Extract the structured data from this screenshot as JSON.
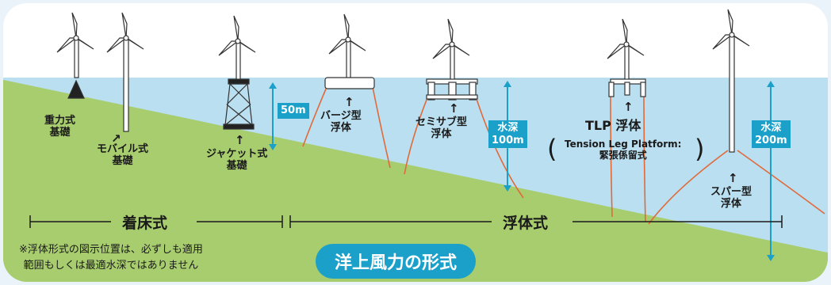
{
  "title": "洋上風力の形式",
  "note": [
    "※浮体形式の図示位置は、必ずしも適用",
    "範囲もしくは最適水深ではありません"
  ],
  "categories": {
    "fixed": "着床式",
    "floating": "浮体式"
  },
  "types": {
    "gravity": [
      "重力式",
      "基礎"
    ],
    "monopile": [
      "モバイル式",
      "基礎"
    ],
    "jacket": [
      "ジャケット式",
      "基礎"
    ],
    "barge": [
      "バージ型",
      "浮体"
    ],
    "semisub": [
      "セミサブ型",
      "浮体"
    ],
    "tlp_title": "TLP 浮体",
    "tlp_sub": [
      "Tension Leg Platform:",
      "緊張係留式"
    ],
    "spar": [
      "スパー型",
      "浮体"
    ]
  },
  "depths": {
    "d50": "50m",
    "d100": [
      "水深",
      "100m"
    ],
    "d200": [
      "水深",
      "200m"
    ]
  },
  "colors": {
    "sea": "#b9dff0",
    "seabed": "#a8cd6e",
    "accent": "#1aa0c9",
    "mooring": "#e06a3a"
  }
}
